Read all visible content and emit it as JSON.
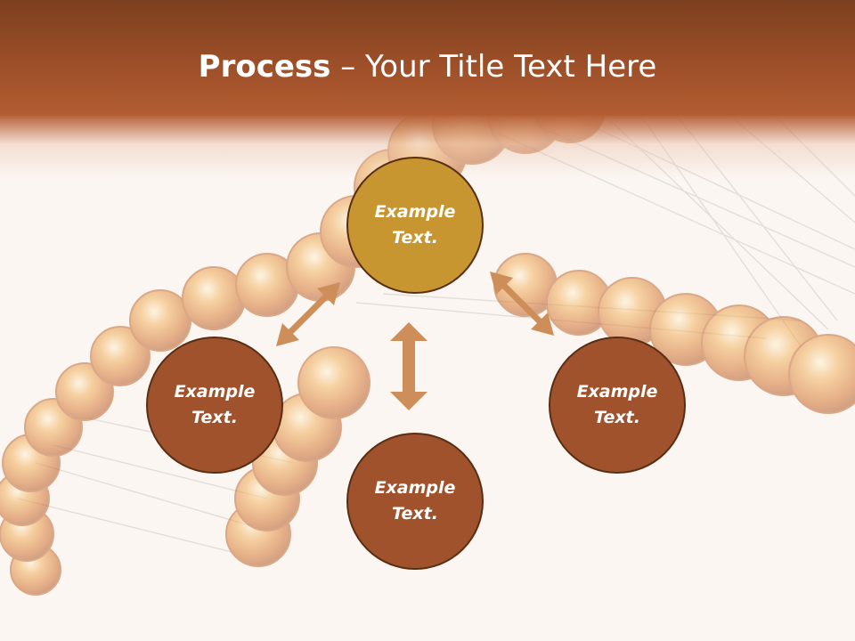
{
  "slide": {
    "title_bold": "Process",
    "title_dash": " – ",
    "title_rest": "Your Title Text Here"
  },
  "nodes": {
    "center": {
      "line1": "Example",
      "line2": "Text."
    },
    "left": {
      "line1": "Example",
      "line2": "Text."
    },
    "right": {
      "line1": "Example",
      "line2": "Text."
    },
    "bottom": {
      "line1": "Example",
      "line2": "Text."
    }
  },
  "colors": {
    "title_band": "#9c4f28",
    "center_node": "#c89630",
    "outer_node": "#a0522d",
    "arrow": "#cd8e59",
    "node_border": "#5a2e12"
  }
}
